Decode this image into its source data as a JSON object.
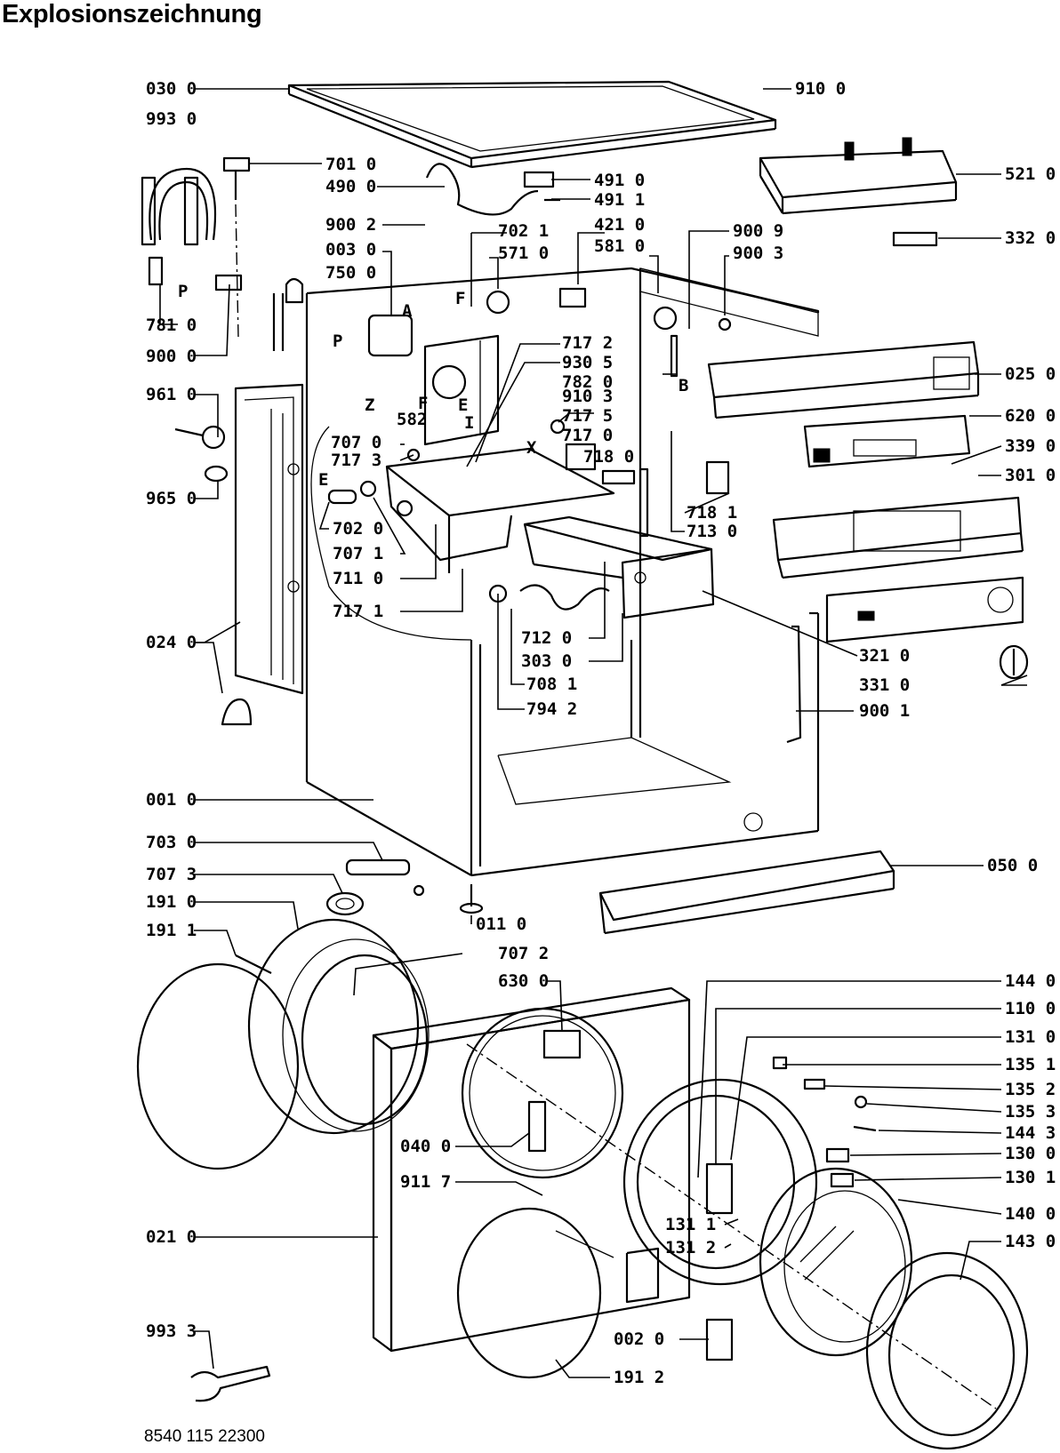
{
  "title": "Explosionszeichnung",
  "doc_number": "8540 115 22300",
  "labels": {
    "l0300": "030 0",
    "l9930": "993 0",
    "l7010": "701 0",
    "l4900": "490 0",
    "l4910": "491 0",
    "l4911": "491 1",
    "l9100": "910 0",
    "l5210": "521 0",
    "l3320": "332 0",
    "l9002": "900 2",
    "l0030": "003 0",
    "l7500": "750 0",
    "l7021": "702 1",
    "l5710": "571 0",
    "l4210": "421 0",
    "l5810": "581 0",
    "l9009": "900 9",
    "l9003": "900 3",
    "l7810": "781 0",
    "l9000": "900 0",
    "l7172": "717 2",
    "l9305": "930 5",
    "l7820": "782 0",
    "l9103": "910 3",
    "l7175": "717 5",
    "l7170": "717 0",
    "l7180": "718 0",
    "l0250": "025 0",
    "l6200": "620 0",
    "l3390": "339 0",
    "l3010": "301 0",
    "l9610": "961 0",
    "l9650": "965 0",
    "l582": "582",
    "l7070": "707 0",
    "l7173": "717 3",
    "l7020": "702 0",
    "l7071": "707 1",
    "l7110": "711 0",
    "l7171": "717 1",
    "l7181": "718 1",
    "l7130": "713 0",
    "l0240": "024 0",
    "l7120": "712 0",
    "l3030": "303 0",
    "l7081": "708 1",
    "l7942": "794 2",
    "l3210": "321 0",
    "l3310": "331 0",
    "l9001": "900 1",
    "l0010": "001 0",
    "l7030": "703 0",
    "l7073": "707 3",
    "l1910": "191 0",
    "l1911": "191 1",
    "l0500": "050 0",
    "l0110": "011 0",
    "l7072": "707 2",
    "l6300": "630 0",
    "l1440": "144 0",
    "l1100": "110 0",
    "l1310": "131 0",
    "l1351": "135 1",
    "l1352": "135 2",
    "l1353": "135 3",
    "l1443": "144 3",
    "l1300": "130 0",
    "l1301": "130 1",
    "l0400": "040 0",
    "l9117": "911 7",
    "l1311": "131 1",
    "l1312": "131 2",
    "l1400": "140 0",
    "l0210": "021 0",
    "l1430": "143 0",
    "l9933": "993 3",
    "l0020": "002 0",
    "l1912": "191 2"
  },
  "letters": {
    "p1": "P",
    "p2": "P",
    "a": "A",
    "f1": "F",
    "f2": "F",
    "e1": "E",
    "e2": "E",
    "z": "Z",
    "i1": "I",
    "b": "B",
    "x": "X"
  }
}
